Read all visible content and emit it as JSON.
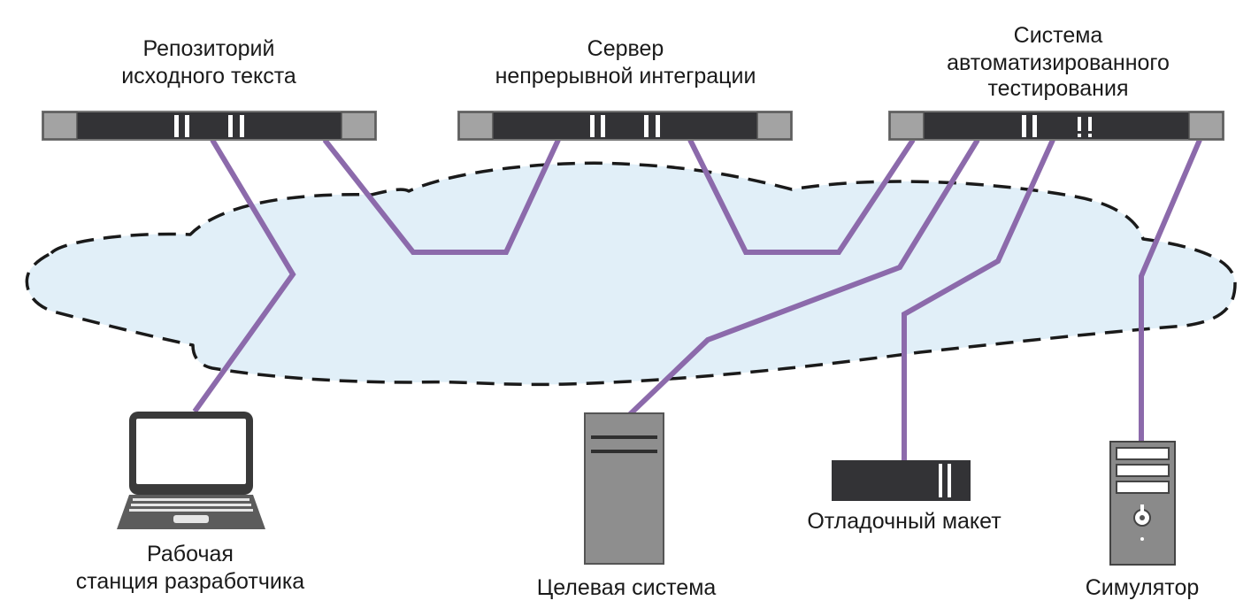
{
  "nodes": {
    "repository": {
      "label_line1": "Репозиторий",
      "label_line2": "исходного текста"
    },
    "ci_server": {
      "label_line1": "Сервер",
      "label_line2": "непрерывной интеграции"
    },
    "test_system": {
      "label_line1": "Система",
      "label_line2": "автоматизированного",
      "label_line3": "тестирования"
    },
    "workstation": {
      "label_line1": "Рабочая",
      "label_line2": "станция разработчика"
    },
    "target": {
      "label": "Целевая система"
    },
    "debug_board": {
      "label": "Отладочный макет"
    },
    "simulator": {
      "label": "Симулятор"
    }
  },
  "style": {
    "link_color": "#8c6aab",
    "network_fill": "#e1eff8",
    "device_dark": "#333336",
    "device_gray": "#8e8e8e"
  },
  "icons": [
    "rack-server-icon",
    "laptop-icon",
    "tower-server-icon",
    "debug-board-icon",
    "simulator-icon",
    "network-cloud"
  ]
}
